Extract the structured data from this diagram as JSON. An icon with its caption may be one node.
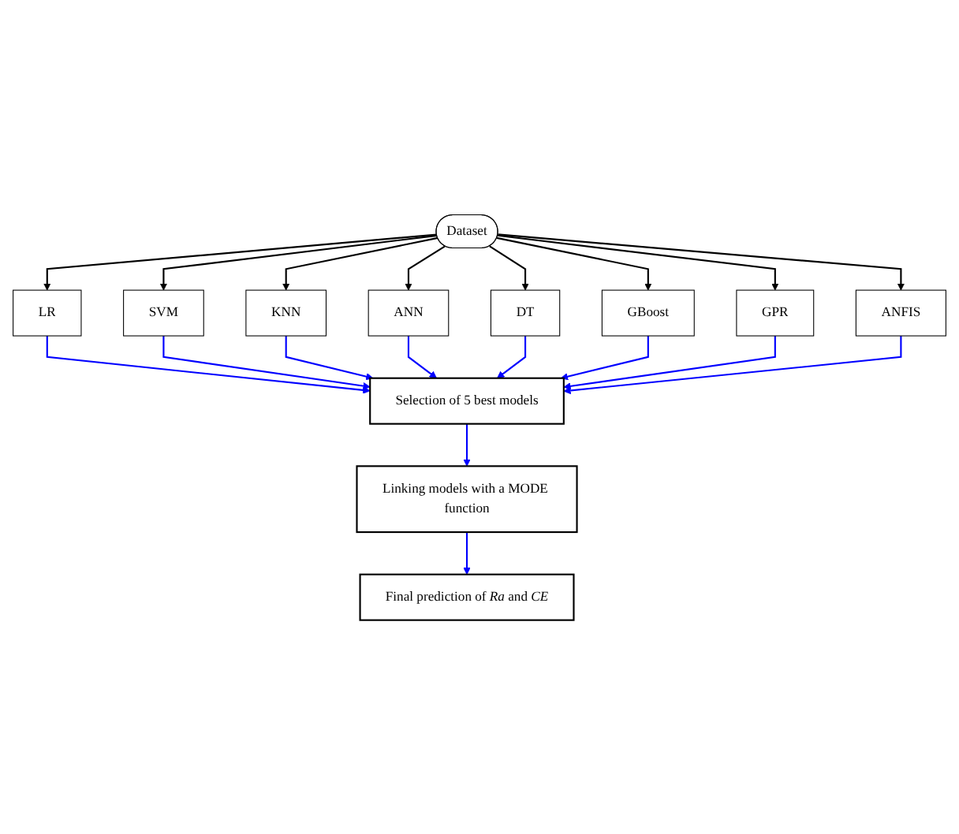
{
  "diagram": {
    "nodes": [
      {
        "text": [
          "Dataset"
        ]
      },
      {
        "text": [
          "LR"
        ]
      },
      {
        "text": [
          "SVM"
        ]
      },
      {
        "text": [
          "KNN"
        ]
      },
      {
        "text": [
          "ANN"
        ]
      },
      {
        "text": [
          "DT"
        ]
      },
      {
        "text": [
          "GBoost"
        ]
      },
      {
        "text": [
          "GPR"
        ]
      },
      {
        "text": [
          "ANFIS"
        ]
      },
      {
        "text": [
          "Selection of 5 best models"
        ]
      },
      {
        "text": [
          "Linking models with a MODE function"
        ]
      },
      {
        "text": [
          "Final prediction of *Ra* and *CE*"
        ]
      }
    ],
    "edges": [
      {
        "from": 0,
        "to": 1,
        "arrow": "to",
        "color": "#000000"
      },
      {
        "from": 0,
        "to": 2,
        "arrow": "to",
        "color": "#000000"
      },
      {
        "from": 0,
        "to": 3,
        "arrow": "to",
        "color": "#000000"
      },
      {
        "from": 0,
        "to": 4,
        "arrow": "to",
        "color": "#000000"
      },
      {
        "from": 0,
        "to": 5,
        "arrow": "to",
        "color": "#000000"
      },
      {
        "from": 0,
        "to": 6,
        "arrow": "to",
        "color": "#000000"
      },
      {
        "from": 0,
        "to": 7,
        "arrow": "to",
        "color": "#000000"
      },
      {
        "from": 0,
        "to": 8,
        "arrow": "to",
        "color": "#000000"
      },
      {
        "from": 1,
        "to": 9,
        "arrow": "to"
      },
      {
        "from": 2,
        "to": 9,
        "arrow": "to"
      },
      {
        "from": 3,
        "to": 9,
        "arrow": "to"
      },
      {
        "from": 4,
        "to": 9,
        "arrow": "to"
      },
      {
        "from": 5,
        "to": 9,
        "arrow": "to"
      },
      {
        "from": 6,
        "to": 9,
        "arrow": "to"
      },
      {
        "from": 7,
        "to": 9,
        "arrow": "to"
      },
      {
        "from": 8,
        "to": 9,
        "arrow": "to"
      },
      {
        "from": 9,
        "to": 10,
        "arrow": "to"
      },
      {
        "from": 10,
        "to": 11,
        "arrow": "to"
      }
    ]
  }
}
